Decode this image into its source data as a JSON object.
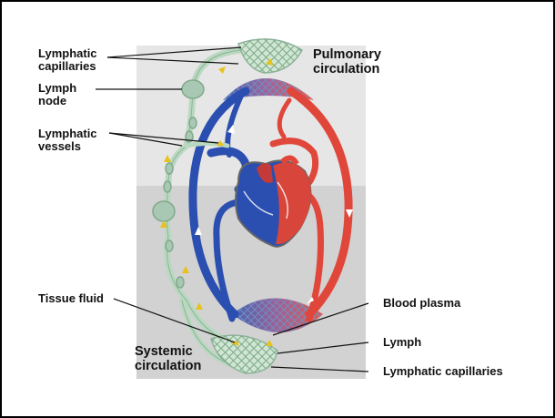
{
  "labels": {
    "lymphatic_capillaries_top": "Lymphatic\ncapillaries",
    "lymph_node": "Lymph\nnode",
    "lymphatic_vessels": "Lymphatic\nvessels",
    "tissue_fluid": "Tissue fluid",
    "pulmonary_circulation": "Pulmonary\ncirculation",
    "systemic_circulation": "Systemic\ncirculation",
    "blood_plasma": "Blood plasma",
    "lymph": "Lymph",
    "lymphatic_capillaries_bottom": "Lymphatic capillaries"
  },
  "colors": {
    "oxygen_poor_blood": "#2b4fb0",
    "oxygen_rich_blood": "#e0473a",
    "lymph_vessel": "#b9d8c0",
    "panel_top": "#e6e6e6",
    "panel_bottom": "#d2d2d2",
    "flow_arrow": "#e8c21c"
  }
}
